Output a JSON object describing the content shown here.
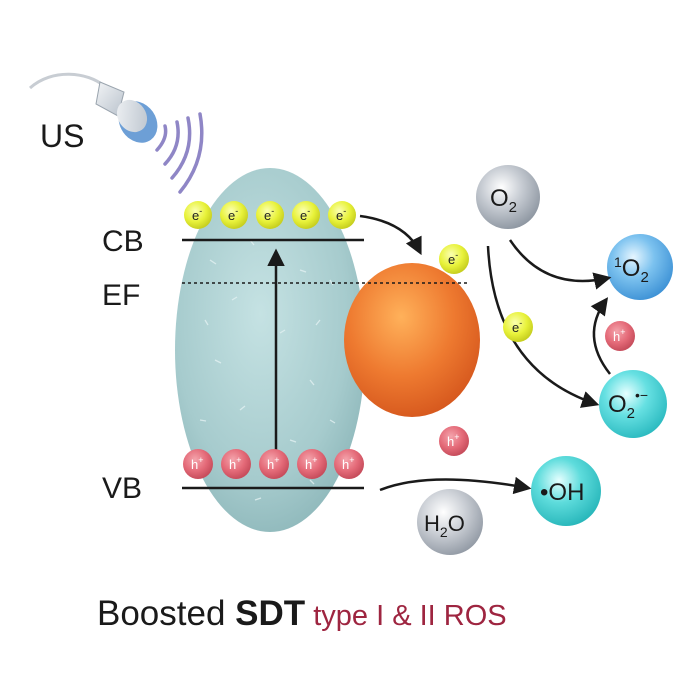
{
  "labels": {
    "us": "US",
    "cb": "CB",
    "ef": "EF",
    "vb": "VB"
  },
  "carriers": {
    "electron": "e",
    "electron_sup": "-",
    "hole": "h",
    "hole_sup": "+"
  },
  "species": {
    "o2": {
      "base": "O",
      "sub": "2"
    },
    "singlet_o2": {
      "pre_sup": "1",
      "base": "O",
      "sub": "2"
    },
    "superoxide": {
      "base": "O",
      "sub": "2",
      "sup": "•−"
    },
    "h2o": {
      "base": "H",
      "sub": "2",
      "tail": "O"
    },
    "hydroxyl": {
      "dot": "•",
      "base": "OH"
    }
  },
  "caption": {
    "part1": "Boosted ",
    "part2": "SDT",
    "part3": " type I & II ROS"
  },
  "colors": {
    "electron": "#e6f03a",
    "hole": "#e46a78",
    "semiconductor": "#a9cdd0",
    "particle": "#ee7a30",
    "o2": "#9aa2ad",
    "singlet_o2": "#4aa3e0",
    "superoxide": "#3ad4d8",
    "hydroxyl": "#36d0cf",
    "caption_accent": "#9e2540"
  },
  "icons": [
    "ultrasound-probe-icon",
    "ultrasound-wave-icon"
  ]
}
